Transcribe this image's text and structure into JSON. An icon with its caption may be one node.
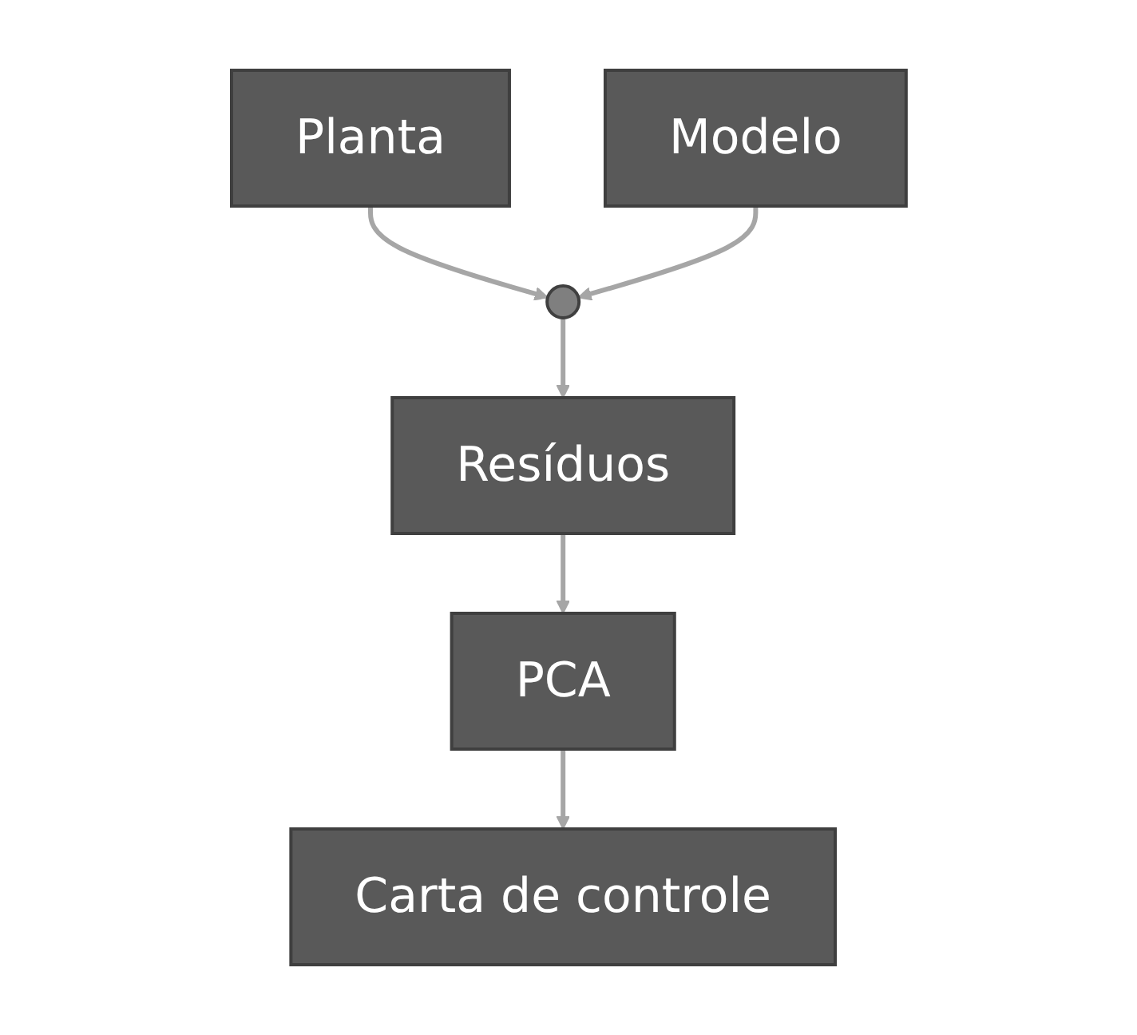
{
  "diagram": {
    "nodes": [
      {
        "text": [
          "Planta"
        ]
      },
      {
        "text": [],
        "shape": "circle"
      },
      {
        "text": [
          "Modelo"
        ]
      },
      {
        "text": [
          "Resíduos"
        ]
      },
      {
        "text": [
          "PCA"
        ]
      },
      {
        "text": [
          "Carta de controle"
        ]
      }
    ],
    "edges": [
      {
        "from": 0,
        "to": 1,
        "arrow": "to"
      },
      {
        "from": 2,
        "to": 1,
        "arrow": "to"
      },
      {
        "from": 1,
        "to": 3,
        "arrow": "to"
      },
      {
        "from": 3,
        "to": 4,
        "arrow": "to"
      },
      {
        "from": 4,
        "to": 5,
        "arrow": "to"
      }
    ]
  }
}
